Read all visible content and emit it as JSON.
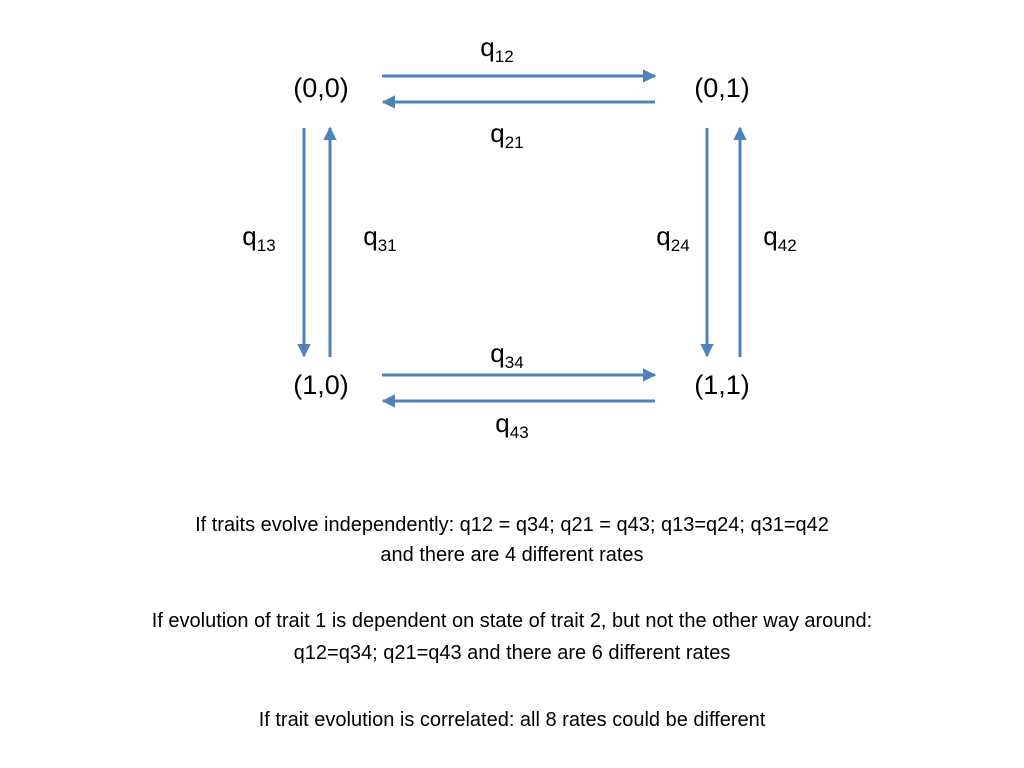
{
  "states": {
    "s00": "(0,0)",
    "s01": "(0,1)",
    "s10": "(1,0)",
    "s11": "(1,1)"
  },
  "rates": {
    "q12": {
      "base": "q",
      "sub": "12"
    },
    "q21": {
      "base": "q",
      "sub": "21"
    },
    "q13": {
      "base": "q",
      "sub": "13"
    },
    "q31": {
      "base": "q",
      "sub": "31"
    },
    "q24": {
      "base": "q",
      "sub": "24"
    },
    "q42": {
      "base": "q",
      "sub": "42"
    },
    "q34": {
      "base": "q",
      "sub": "34"
    },
    "q43": {
      "base": "q",
      "sub": "43"
    }
  },
  "notes": {
    "independent_line1": "If traits evolve independently: q12 = q34; q21 = q43; q13=q24; q31=q42",
    "independent_line2": "and there are 4 different rates",
    "dependent_line1": "If evolution of trait 1 is dependent on state of trait 2, but not the other way around:",
    "dependent_line2": "q12=q34; q21=q43 and there are 6 different rates",
    "correlated": "If trait evolution is correlated: all 8 rates could be different"
  },
  "colors": {
    "arrow": "#4f81bd",
    "text": "#000000"
  }
}
